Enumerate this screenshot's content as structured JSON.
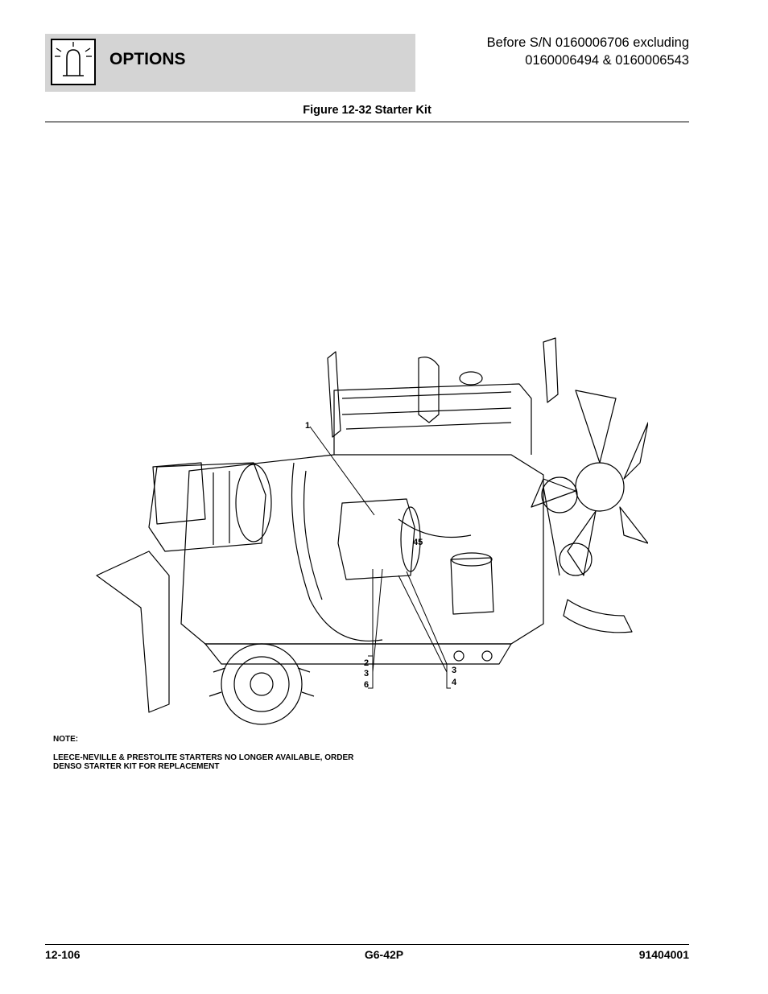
{
  "header": {
    "title": "OPTIONS",
    "serial_line1": "Before S/N 0160006706 excluding",
    "serial_line2": "0160006494 & 0160006543",
    "icon": "warning-beacon-icon"
  },
  "figure": {
    "title": "Figure 12-32 Starter Kit",
    "callouts": {
      "c1": "1",
      "c2": "2",
      "c3a": "3",
      "c6": "6",
      "c3b": "3",
      "c4": "4"
    },
    "stamp": "45"
  },
  "note": {
    "label": "NOTE:",
    "line1": "LEECE-NEVILLE & PRESTOLITE STARTERS NO LONGER AVAILABLE, ORDER",
    "line2": "DENSO STARTER KIT FOR REPLACEMENT"
  },
  "footer": {
    "page": "12-106",
    "model": "G6-42P",
    "doc_number": "91404001"
  }
}
